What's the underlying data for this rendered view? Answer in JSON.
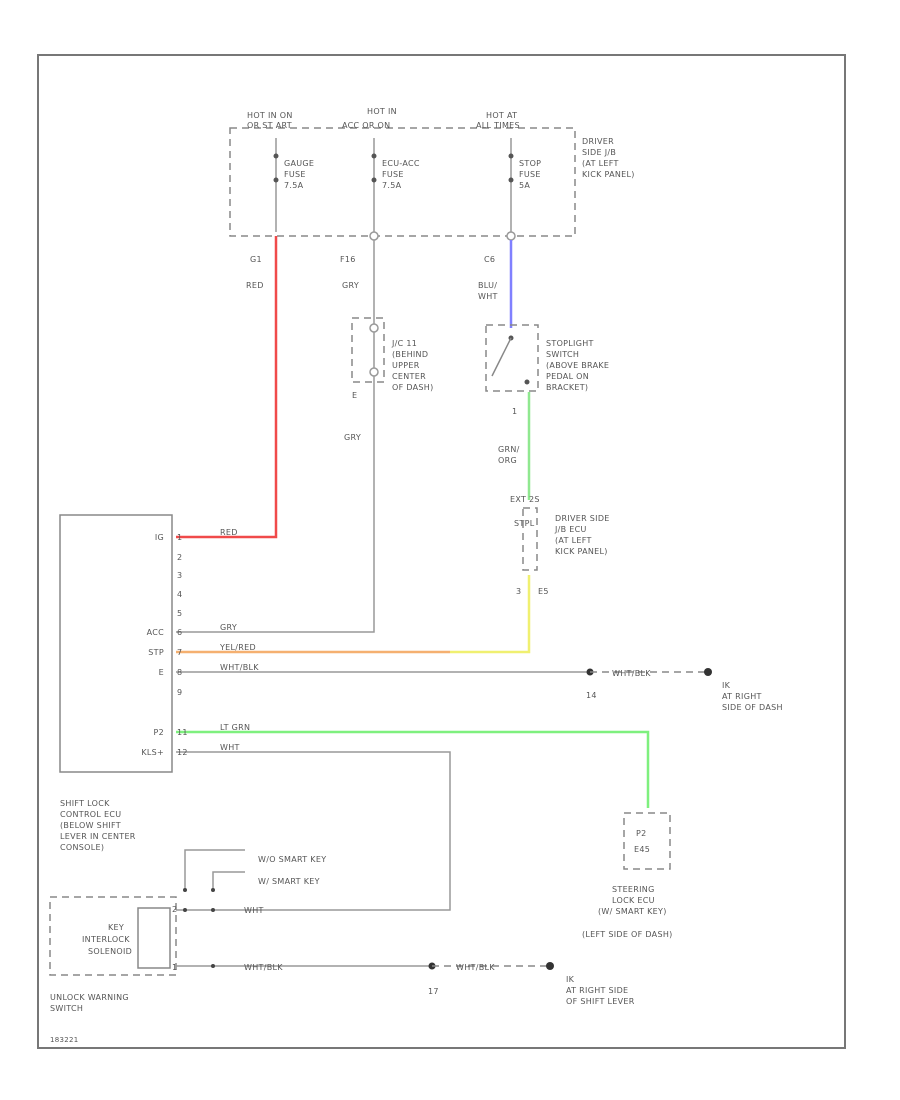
{
  "colors": {
    "red": "#f04a4a",
    "gray": "#b0b0b0",
    "blue": "#8080ff",
    "green": "#90e890",
    "yellow": "#f0f070",
    "orange": "#f5b070",
    "ltgreen": "#7ef07e"
  },
  "fuse_box": {
    "hots": [
      [
        "HOT IN ON",
        "OR ST ART"
      ],
      [
        "HOT IN",
        "ACC OR ON"
      ],
      [
        "HOT AT",
        "ALL TIMES"
      ]
    ],
    "fuses": [
      [
        "GAUGE",
        "FUSE",
        "7.5A"
      ],
      [
        "ECU-ACC",
        "FUSE",
        "7.5A"
      ],
      [
        "STOP",
        "FUSE",
        "5A"
      ]
    ],
    "label": [
      "DRIVER",
      "SIDE J/B",
      "(AT LEFT",
      "KICK PANEL)"
    ],
    "pins": [
      "G1",
      "F16",
      "C6"
    ]
  },
  "wires": {
    "red": "RED",
    "gry1": "GRY",
    "blu": [
      "BLU/",
      "WHT"
    ],
    "gry2": "GRY",
    "grn": [
      "GRN/",
      "ORG"
    ]
  },
  "jc": {
    "label": [
      "J/C 11",
      "(BEHIND",
      "UPPER",
      "CENTER",
      "OF DASH)"
    ],
    "pin": "E"
  },
  "stoplight": {
    "label": [
      "STOPLIGHT",
      "SWITCH",
      "(ABOVE BRAKE",
      "PEDAL ON",
      "BRACKET)"
    ],
    "pin": "1"
  },
  "jb_ecu": {
    "top_pins": "EXT 2S",
    "pin_stpl": "STPL",
    "label": [
      "DRIVER SIDE",
      "J/B ECU",
      "(AT LEFT",
      "KICK PANEL)"
    ],
    "pin_bottom": "3",
    "pin_code": "E5"
  },
  "ecu": {
    "pins": [
      [
        "IG",
        "1",
        "RED"
      ],
      [
        "",
        "2",
        ""
      ],
      [
        "",
        "3",
        ""
      ],
      [
        "",
        "4",
        ""
      ],
      [
        "",
        "5",
        ""
      ],
      [
        "ACC",
        "6",
        "GRY"
      ],
      [
        "STP",
        "7",
        "YEL/RED"
      ],
      [
        "E",
        "8",
        "WHT/BLK"
      ],
      [
        "",
        "9",
        ""
      ],
      [
        "P2",
        "11",
        "LT GRN"
      ],
      [
        "KLS+",
        "12",
        "WHT"
      ]
    ],
    "label": [
      "SHIFT LOCK",
      "CONTROL ECU",
      "(BELOW SHIFT",
      "LEVER IN CENTER",
      "CONSOLE)"
    ]
  },
  "ground1": {
    "splice": "14",
    "wire": "WHT/BLK",
    "label": [
      "IK",
      "AT RIGHT",
      "SIDE OF DASH"
    ]
  },
  "steering": {
    "box": [
      "P2",
      "E45"
    ],
    "label": [
      "STEERING",
      "LOCK ECU",
      "(W/ SMART KEY)",
      "(LEFT SIDE OF DASH)"
    ]
  },
  "smart_key": {
    "wo": "W/O SMART KEY",
    "w": "W/ SMART KEY"
  },
  "solenoid": {
    "label": [
      "KEY",
      "INTERLOCK",
      "SOLENOID"
    ],
    "pins": [
      "2",
      "1"
    ],
    "wire_top": "WHT",
    "wire_bottom": "WHT/BLK",
    "splice": "17",
    "wire_ground": "WHT/BLK",
    "ground_label": [
      "IK",
      "AT RIGHT SIDE",
      "OF SHIFT LEVER"
    ]
  },
  "unlock": [
    "UNLOCK WARNING",
    "SWITCH"
  ],
  "code": "183221"
}
